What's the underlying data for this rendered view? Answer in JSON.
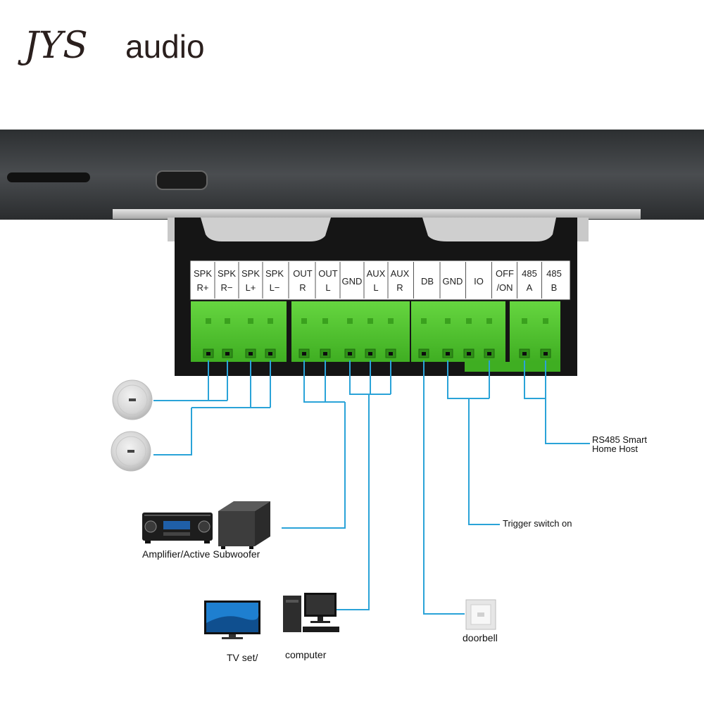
{
  "brand": {
    "prefix": "JYS",
    "suffix": "audio"
  },
  "terminals": [
    {
      "top": "SPK",
      "bottom": "R+"
    },
    {
      "top": "SPK",
      "bottom": "R−"
    },
    {
      "top": "SPK",
      "bottom": "L+"
    },
    {
      "top": "SPK",
      "bottom": "L−"
    },
    {
      "top": "OUT",
      "bottom": "R"
    },
    {
      "top": "OUT",
      "bottom": "L"
    },
    {
      "top": "GND",
      "bottom": ""
    },
    {
      "top": "AUX",
      "bottom": "L"
    },
    {
      "top": "AUX",
      "bottom": "R"
    },
    {
      "top": "DB",
      "bottom": ""
    },
    {
      "top": "GND",
      "bottom": ""
    },
    {
      "top": "IO",
      "bottom": ""
    },
    {
      "top": "OFF",
      "bottom": "/ON"
    },
    {
      "top": "485",
      "bottom": "A"
    },
    {
      "top": "485",
      "bottom": "B"
    }
  ],
  "labels": {
    "rs485_line1": "RS485 Smart",
    "rs485_line2": "Home Host",
    "trigger": "Trigger switch on",
    "amplifier": "Amplifier/Active Subwoofer",
    "tv": "TV set/",
    "computer": "computer",
    "doorbell": "doorbell"
  },
  "colors": {
    "wire": "#2aa3d8",
    "terminal_green": "#54c832",
    "panel_dark": "#3a3d40",
    "connector_black": "#151515"
  }
}
